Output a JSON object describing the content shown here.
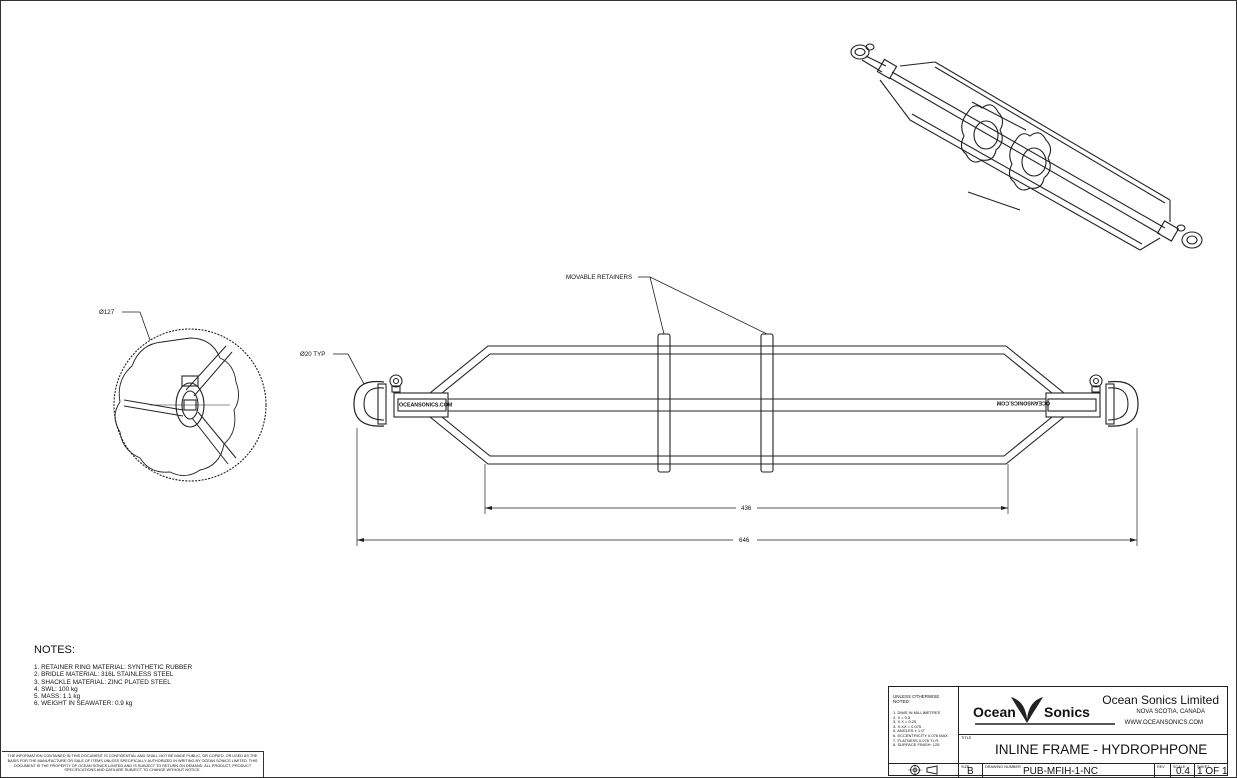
{
  "annotations": {
    "diameter_end": "Ø127",
    "rod_diameter": "Ø20 TYP",
    "movable_retainers": "MOVABLE RETAINERS",
    "dim_inner": "436",
    "dim_overall": "646",
    "engraving": "OCEANSONICS.COM"
  },
  "notes": {
    "title": "NOTES:",
    "items": [
      "1. RETAINER RING MATERIAL: SYNTHETIC RUBBER",
      "2. BRIDLE MATERIAL: 316L STAINLESS STEEL",
      "3. SHACKLE MATERIAL: ZINC PLATED STEEL",
      "4. SWL: 100 kg",
      "5. MASS: 1.1 kg",
      "6. WEIGHT IN SEAWATER: 0.9 kg"
    ]
  },
  "disclaimer": "THE INFORMATION CONTAINED IN THIS DOCUMENT IS CONFIDENTIAL AND SHALL NOT BE MADE PUBLIC, OR COPIED, OR USED AS THE BASIS FOR THE MANUFACTURE OR SALE OF ITEMS UNLESS SPECIFICALLY AUTHORIZED IN WRITING BY OCEAN SONICS LIMITED. THIS DOCUMENT IS THE PROPERTY OF OCEAN SONICS LIMITED AND IS SUBJECT TO RETURN ON DEMAND. ALL PRODUCT, PRODUCT SPECIFICATIONS AND DATA ARE SUBJECT TO CHANGE WITHOUT NOTICE.",
  "title_block": {
    "tolerance_heading": "UNLESS OTHERWISE NOTED:",
    "tolerances": [
      "1. DIMS IN MILLIMETRES",
      "2. X   = 0.5",
      "3. X.X  = 0.25",
      "4. X.XX = 0.075",
      "5. ANGLES ± 1.0°",
      "6. ECCENTRICITY 0.076 MAX",
      "7. FLATNESS 0.076 T.I.R.",
      "8. SURFACE FINISH: 125"
    ],
    "logo_left": "Ocean",
    "logo_right": "Sonics",
    "company": "Ocean Sonics Limited",
    "location": "NOVA SCOTIA, CANADA",
    "website": "WWW.OCEANSONICS.COM",
    "title_label": "TITLE",
    "title": "INLINE FRAME - HYDROPHPONE",
    "size_label": "SIZE",
    "size": "B",
    "drawing_number_label": "DRAWING NUMBER",
    "drawing_number": "PUB-MFIH-1-NC",
    "rev_label": "REV",
    "scale_label": "SCALE",
    "scale": "0.4",
    "sheet_label": "SHEET",
    "sheet": "1 OF 1"
  },
  "colors": {
    "line": "#222222",
    "paper": "#ffffff"
  }
}
